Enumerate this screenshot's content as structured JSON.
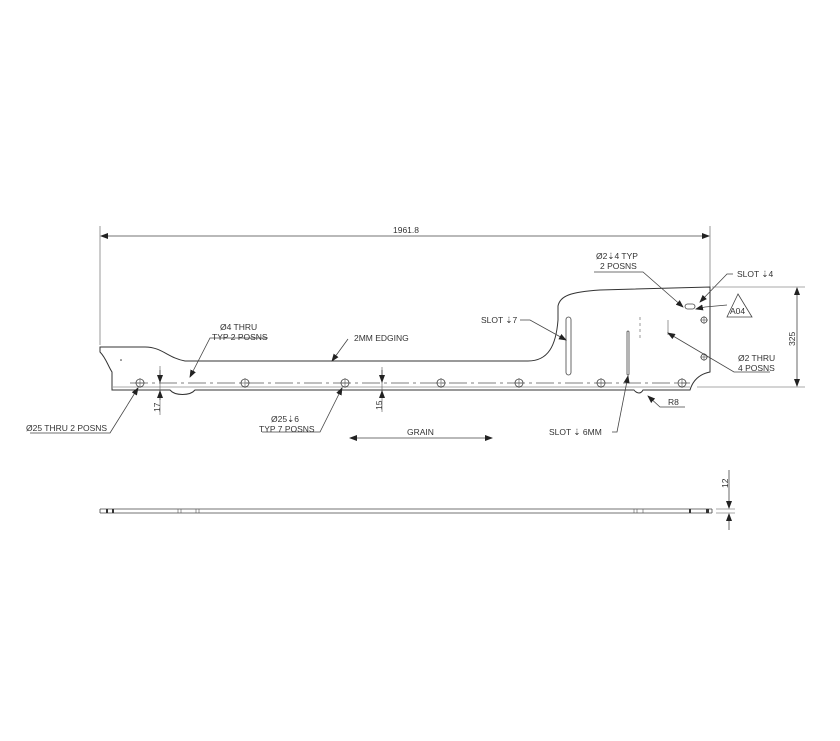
{
  "drawing": {
    "overall_length": "1961.8",
    "overall_height": "325",
    "thickness": "12",
    "dims": {
      "left_offset": "17",
      "mid_offset": "15"
    },
    "callouts": {
      "hole_25_thru_left": "Ø25 THRU 2 POSNS",
      "hole_4_line1": "Ø4 THRU",
      "hole_4_line2": "TYP 2 POSNS",
      "edging": "2MM EDGING",
      "hole_25_depth_line1": "Ø25⇣6",
      "hole_25_depth_line2": "TYP 7 POSNS",
      "grain": "GRAIN",
      "slot_7": "SLOT ⇣7",
      "slot_6": "SLOT ⇣ 6MM",
      "hole_2_depth_line1": "Ø2⇣4 TYP",
      "hole_2_depth_line2": "2 POSNS",
      "slot_4": "SLOT ⇣4",
      "revision_tag": "A04",
      "hole_2_thru_line1": "Ø2 THRU",
      "hole_2_thru_line2": "4 POSNS",
      "radius": "R8"
    }
  }
}
